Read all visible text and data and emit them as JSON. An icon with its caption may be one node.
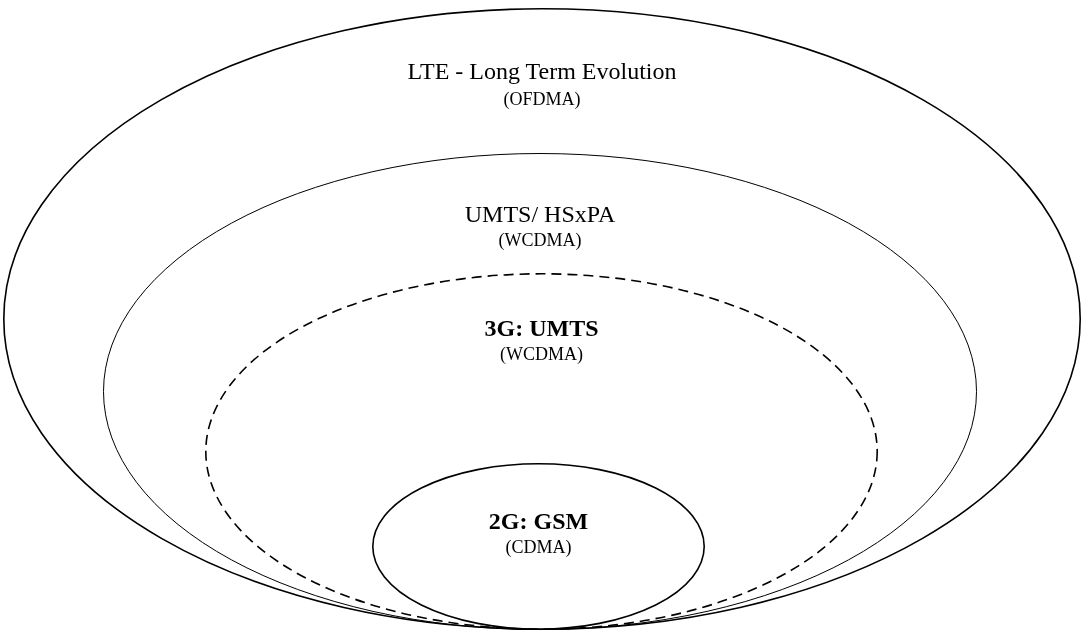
{
  "diagram": {
    "nodes": [
      {
        "text": [
          "LTE - Long Term Evolution",
          "(OFDMA)"
        ]
      },
      {
        "text": [
          "UMTS/ HSxPA",
          "(WCDMA)"
        ],
        "in": 0
      },
      {
        "text": [
          "3G: UMTS",
          "(WCDMA)"
        ],
        "in": 1
      },
      {
        "text": [
          "2G: GSM",
          "(CDMA)"
        ],
        "in": 2
      }
    ]
  }
}
